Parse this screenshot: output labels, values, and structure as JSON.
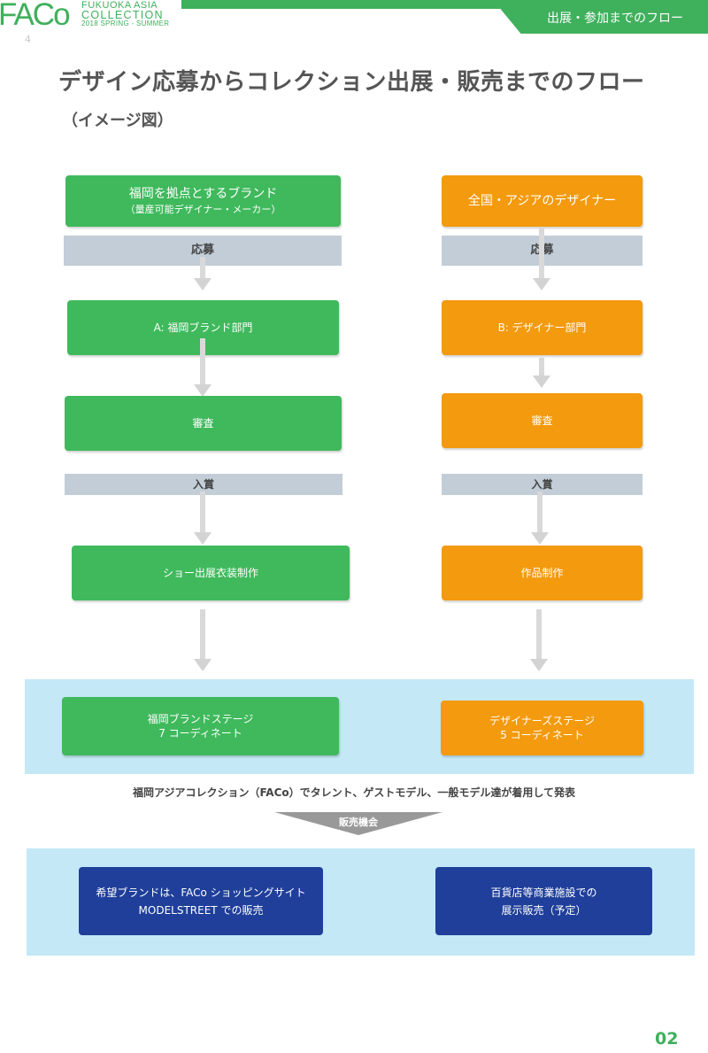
{
  "header": {
    "logo_main": "FACo",
    "logo_line1": "FUKUOKA ASIA",
    "logo_line2": "COLLECTION",
    "logo_line3": "2018 SPRING - SUMMER",
    "corner_mark": "4",
    "section_tab": "出展・参加までのフロー"
  },
  "title": "デザイン応募からコレクション出展・販売までのフロー",
  "subtitle": "（イメージ図）",
  "left_column": {
    "origin_line1": "福岡を拠点とするブランド",
    "origin_line2": "（量産可能デザイナー・メーカー）",
    "apply": "応募",
    "division": "A: 福岡ブランド部門",
    "review": "審査",
    "award": "入賞",
    "production": "ショー出展衣装制作",
    "stage_line1": "福岡ブランドステージ",
    "stage_line2": "7 コーディネート"
  },
  "right_column": {
    "origin": "全国・アジアのデザイナー",
    "apply": "応募",
    "division": "B: デザイナー部門",
    "review": "審査",
    "award": "入賞",
    "production": "作品制作",
    "stage_line1": "デザイナーズステージ",
    "stage_line2": "5 コーディネート"
  },
  "caption": "福岡アジアコレクション（FACo）でタレント、ゲストモデル、一般モデル達が着用して発表",
  "sales_label": "販売機会",
  "sales_left_line1": "希望ブランドは、FACo ショッピングサイト",
  "sales_left_line2": "MODELSTREET での販売",
  "sales_right_line1": "百貨店等商業施設での",
  "sales_right_line2": "展示販売（予定）",
  "page_number": "02",
  "colors": {
    "brand_green": "#3fb05c",
    "box_green": "#3fb95c",
    "box_orange": "#f39a0e",
    "box_grey": "#c2cdd7",
    "box_navy": "#1f3f9a",
    "panel_blue": "#c4e8f6"
  }
}
